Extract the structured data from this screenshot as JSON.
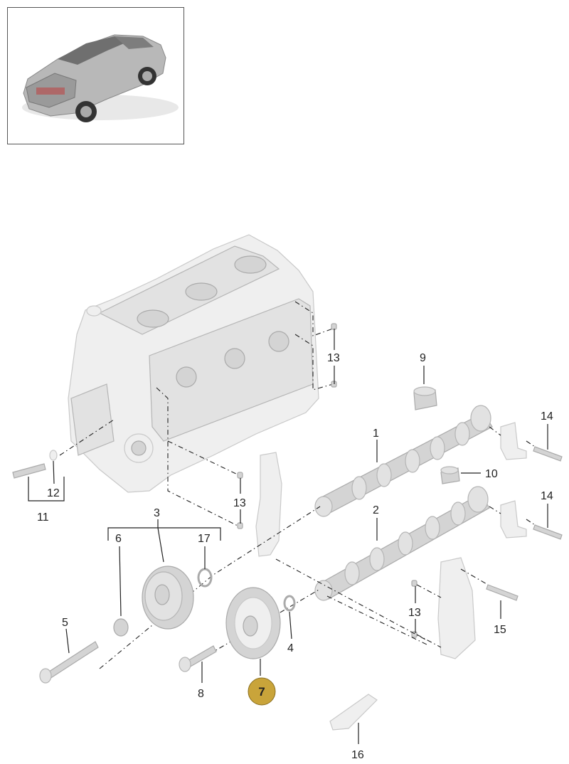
{
  "diagram": {
    "callouts": [
      "1",
      "2",
      "3",
      "4",
      "5",
      "6",
      "8",
      "9",
      "10",
      "11",
      "12",
      "13",
      "13",
      "13",
      "14",
      "14",
      "15",
      "16",
      "17"
    ],
    "highlighted_callout": "7",
    "highlight_color": "#c9a43a",
    "thumbnail": "car-rear-three-quarter-thumbnail"
  }
}
